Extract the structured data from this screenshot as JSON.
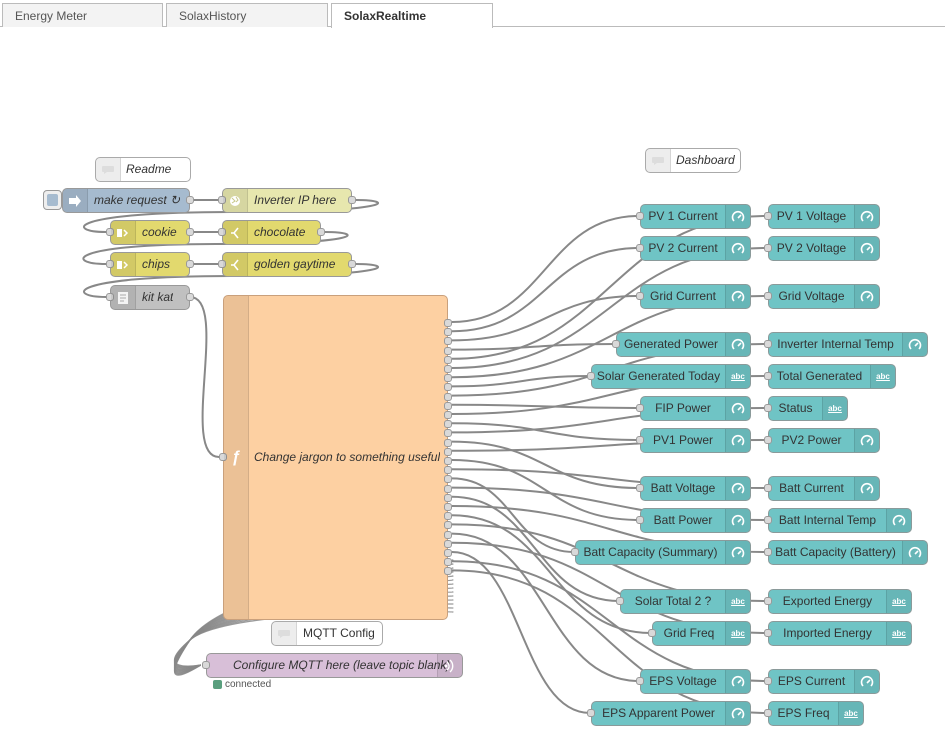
{
  "tabs": [
    {
      "label": "Energy Meter",
      "active": false
    },
    {
      "label": "SolaxHistory",
      "active": false
    },
    {
      "label": "SolaxRealtime",
      "active": true
    }
  ],
  "comments": {
    "readme": "Readme",
    "dashboard": "Dashboard",
    "mqtt_config": "MQTT Config"
  },
  "flow": {
    "make_request": "make request ↻",
    "inverter_ip": "Inverter IP here",
    "cookie": "cookie",
    "chocolate": "chocolate",
    "chips": "chips",
    "golden_gaytime": "golden gaytime",
    "kit_kat": "kit kat",
    "function": "Change jargon to something useful",
    "mqtt_out": "Configure MQTT here (leave topic blank)",
    "mqtt_status": "connected"
  },
  "dashboard_left": [
    {
      "label": "PV 1 Current",
      "icon": "gauge-icon"
    },
    {
      "label": "PV 2 Current",
      "icon": "gauge-icon"
    },
    {
      "label": "Grid Current",
      "icon": "gauge-icon"
    },
    {
      "label": "Generated Power",
      "icon": "gauge-icon"
    },
    {
      "label": "Solar Generated Today",
      "icon": "text-icon"
    },
    {
      "label": "FIP Power",
      "icon": "gauge-icon"
    },
    {
      "label": "PV1 Power",
      "icon": "gauge-icon"
    },
    {
      "label": "Batt Voltage",
      "icon": "gauge-icon"
    },
    {
      "label": "Batt Power",
      "icon": "gauge-icon"
    },
    {
      "label": "Batt Capacity (Summary)",
      "icon": "gauge-icon"
    },
    {
      "label": "Solar Total 2 ?",
      "icon": "text-icon"
    },
    {
      "label": "Grid Freq",
      "icon": "text-icon"
    },
    {
      "label": "EPS Voltage",
      "icon": "gauge-icon"
    },
    {
      "label": "EPS Apparent Power",
      "icon": "gauge-icon"
    }
  ],
  "dashboard_right": [
    {
      "label": "PV 1 Voltage",
      "icon": "gauge-icon"
    },
    {
      "label": "PV 2 Voltage",
      "icon": "gauge-icon"
    },
    {
      "label": "Grid Voltage",
      "icon": "gauge-icon"
    },
    {
      "label": "Inverter Internal Temp",
      "icon": "gauge-icon"
    },
    {
      "label": "Total Generated",
      "icon": "text-icon"
    },
    {
      "label": "Status",
      "icon": "text-icon"
    },
    {
      "label": "PV2 Power",
      "icon": "gauge-icon"
    },
    {
      "label": "Batt Current",
      "icon": "gauge-icon"
    },
    {
      "label": "Batt Internal Temp",
      "icon": "gauge-icon"
    },
    {
      "label": "Batt Capacity (Battery)",
      "icon": "gauge-icon"
    },
    {
      "label": "Exported Energy",
      "icon": "text-icon"
    },
    {
      "label": "Imported Energy",
      "icon": "text-icon"
    },
    {
      "label": "EPS Current",
      "icon": "gauge-icon"
    },
    {
      "label": "EPS Freq",
      "icon": "text-icon"
    }
  ],
  "abc_text": "abc",
  "colors": {
    "inject": "#a6bbcf",
    "http": "#e7e7ae",
    "change": "#e2d96e",
    "template": "#c0c0c0",
    "function": "#fdd0a2",
    "mqtt": "#d8bfd8",
    "dashboard": "#6fc4c5",
    "wire": "#888888",
    "status_ok": "#5a9f7e"
  }
}
